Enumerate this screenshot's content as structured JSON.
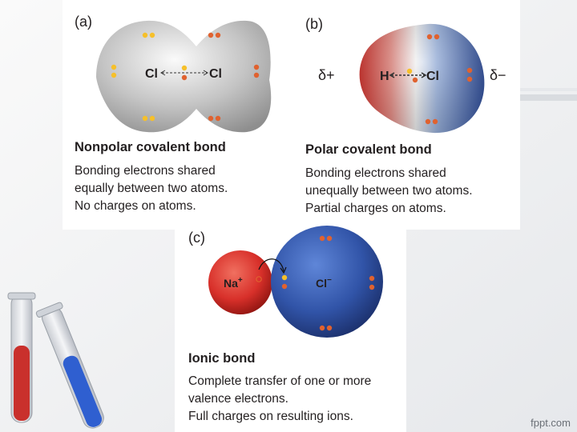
{
  "slide": {
    "watermark": "fppt.com"
  },
  "diagram": {
    "panel_a": {
      "label": "(a)",
      "atom_left": "Cl",
      "atom_right": "Cl",
      "title": "Nonpolar covalent bond",
      "description": [
        "Bonding electrons shared",
        "equally between two atoms.",
        "No charges on atoms."
      ]
    },
    "panel_b": {
      "label": "(b)",
      "atom_left": "H",
      "atom_right": "Cl",
      "partial_positive": "δ+",
      "partial_negative": "δ−",
      "title": "Polar covalent bond",
      "description": [
        "Bonding electrons shared",
        "unequally  between two atoms.",
        "Partial charges on atoms."
      ]
    },
    "panel_c": {
      "label": "(c)",
      "cation": "Na",
      "cation_charge": "+",
      "anion": "Cl",
      "anion_charge": "−",
      "title": "Ionic bond",
      "description": [
        "Complete transfer of one or more",
        "valence electrons.",
        "Full charges on resulting ions."
      ]
    }
  },
  "colors": {
    "electron_yellow": "#f6c02a",
    "electron_orange": "#e0622f",
    "positive_red": "#d8302a",
    "negative_blue": "#2f4f9f",
    "neutral_gray": "#b8b8b8"
  }
}
